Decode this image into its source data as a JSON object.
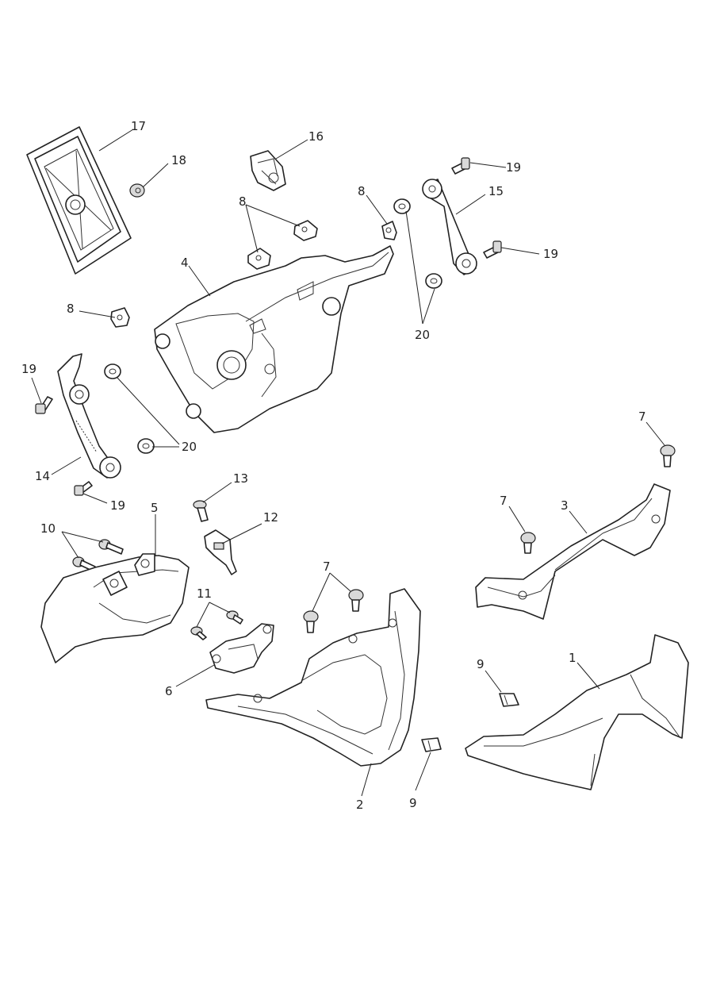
{
  "diagram": {
    "callouts": [
      {
        "id": "c1",
        "label": "1"
      },
      {
        "id": "c2",
        "label": "2"
      },
      {
        "id": "c3",
        "label": "3"
      },
      {
        "id": "c4",
        "label": "4"
      },
      {
        "id": "c5",
        "label": "5"
      },
      {
        "id": "c6",
        "label": "6"
      },
      {
        "id": "c7a",
        "label": "7"
      },
      {
        "id": "c7b",
        "label": "7"
      },
      {
        "id": "c7c",
        "label": "7"
      },
      {
        "id": "c8a",
        "label": "8"
      },
      {
        "id": "c8b",
        "label": "8"
      },
      {
        "id": "c8c",
        "label": "8"
      },
      {
        "id": "c9a",
        "label": "9"
      },
      {
        "id": "c9b",
        "label": "9"
      },
      {
        "id": "c10",
        "label": "10"
      },
      {
        "id": "c11",
        "label": "11"
      },
      {
        "id": "c12",
        "label": "12"
      },
      {
        "id": "c13",
        "label": "13"
      },
      {
        "id": "c14",
        "label": "14"
      },
      {
        "id": "c15",
        "label": "15"
      },
      {
        "id": "c16",
        "label": "16"
      },
      {
        "id": "c17",
        "label": "17"
      },
      {
        "id": "c18",
        "label": "18"
      },
      {
        "id": "c19a",
        "label": "19"
      },
      {
        "id": "c19b",
        "label": "19"
      },
      {
        "id": "c19c",
        "label": "19"
      },
      {
        "id": "c19d",
        "label": "19"
      },
      {
        "id": "c20a",
        "label": "20"
      },
      {
        "id": "c20b",
        "label": "20"
      }
    ]
  }
}
